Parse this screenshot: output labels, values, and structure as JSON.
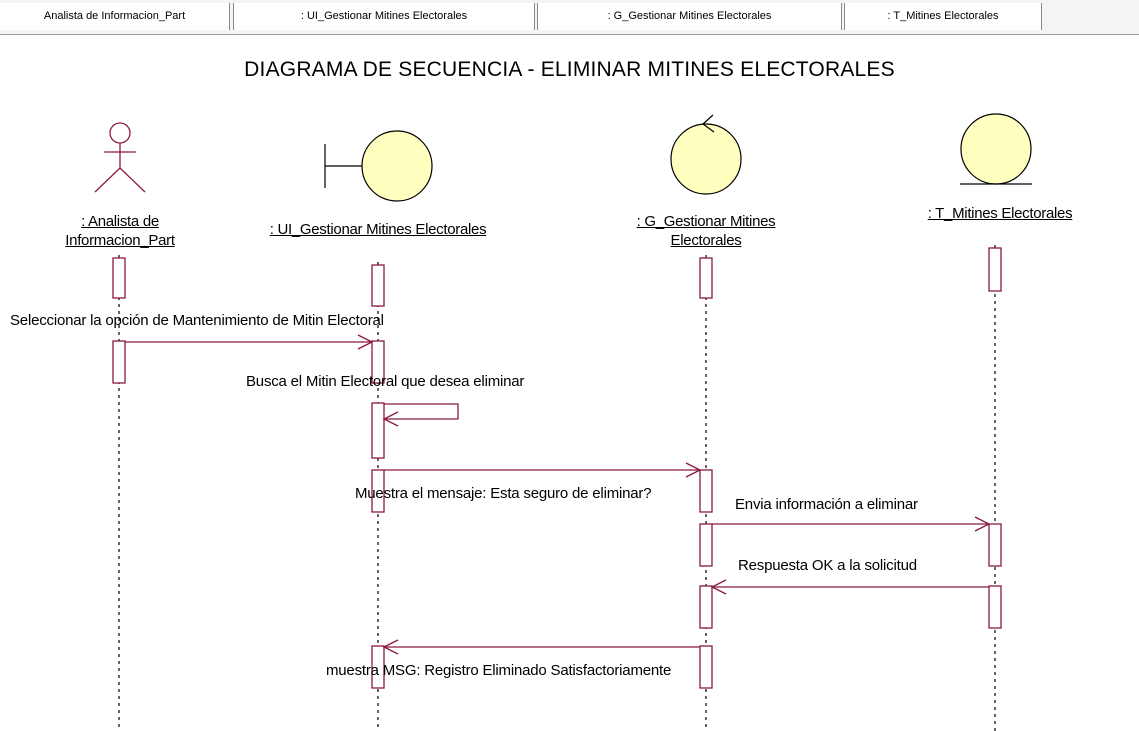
{
  "header": {
    "tabs": [
      "Analista de Informacion_Part",
      ": UI_Gestionar Mitines Electorales",
      ": G_Gestionar Mitines Electorales",
      ": T_Mitines Electorales"
    ]
  },
  "diagram": {
    "title": "DIAGRAMA DE SECUENCIA - ELIMINAR MITINES ELECTORALES",
    "objects": {
      "actor": [
        ": Analista de",
        "Informacion_Part"
      ],
      "ui": ": UI_Gestionar Mitines Electorales",
      "control": [
        ": G_Gestionar Mitines",
        "Electorales"
      ],
      "entity": ": T_Mitines Electorales"
    },
    "messages": [
      "Seleccionar la opción de Mantenimiento de Mitin Electoral",
      "Busca el Mitin Electoral que desea eliminar",
      "Muestra el mensaje: Esta seguro de eliminar?",
      "Envia información a eliminar",
      "Respuesta OK a la solicitud",
      "muestra MSG: Registro Eliminado Satisfactoriamente"
    ]
  },
  "colors": {
    "line": "#8b1a3a",
    "symbol_fill": "#ffffc0",
    "header_bg": "#f4f4f4"
  }
}
